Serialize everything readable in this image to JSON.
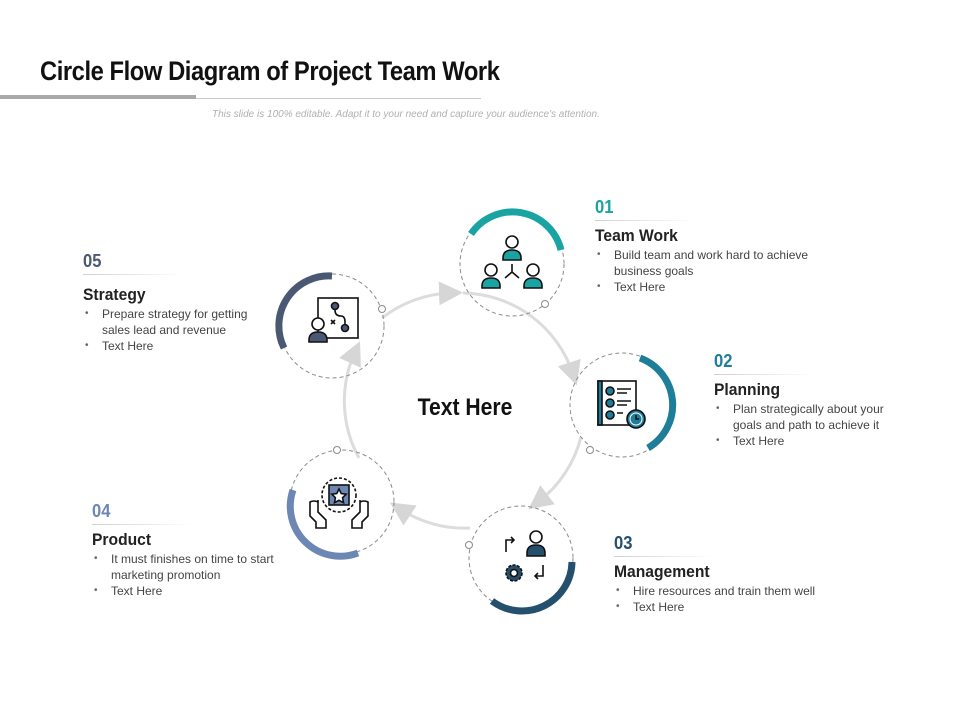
{
  "header": {
    "title": "Circle Flow Diagram of Project Team Work",
    "subtitle": "This slide is 100% editable. Adapt it to your need and capture your audience's attention."
  },
  "center": {
    "label": "Text Here"
  },
  "steps": [
    {
      "number": "01",
      "title": "Team Work",
      "color": "#1aa3a3",
      "icon": "team-network-icon",
      "bullets": [
        "Build team and work hard to achieve business goals",
        "Text Here"
      ]
    },
    {
      "number": "02",
      "title": "Planning",
      "color": "#1e7d99",
      "icon": "checklist-clock-icon",
      "bullets": [
        "Plan strategically about your goals and path to achieve it",
        "Text Here"
      ]
    },
    {
      "number": "03",
      "title": "Management",
      "color": "#24506e",
      "icon": "person-gear-cycle-icon",
      "bullets": [
        "Hire resources and train them well",
        "Text Here"
      ]
    },
    {
      "number": "04",
      "title": "Product",
      "color": "#6d87b5",
      "icon": "hands-star-box-icon",
      "bullets": [
        "It must finishes on time to start marketing promotion",
        "Text Here"
      ]
    },
    {
      "number": "05",
      "title": "Strategy",
      "color": "#4a5873",
      "icon": "strategy-board-icon",
      "bullets": [
        "Prepare strategy for getting sales lead and revenue",
        "Text Here"
      ]
    }
  ]
}
